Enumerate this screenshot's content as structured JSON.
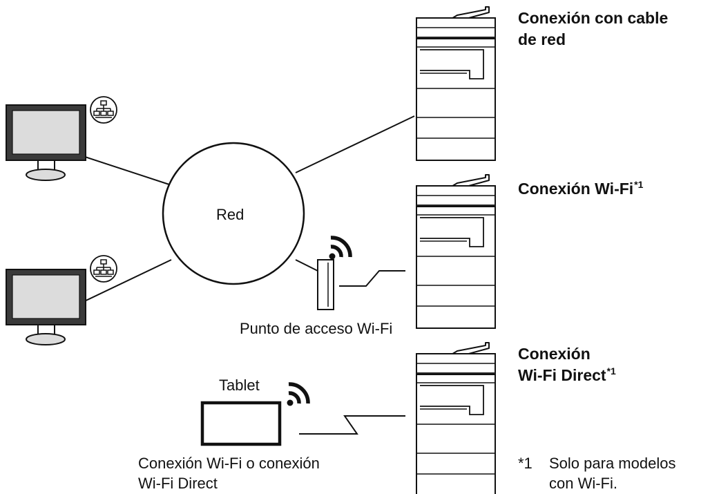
{
  "network": {
    "label": "Red"
  },
  "access_point": {
    "label": "Punto de acceso Wi-Fi"
  },
  "tablet": {
    "title": "Tablet",
    "caption_line1": "Conexión Wi-Fi o conexión",
    "caption_line2": "Wi-Fi Direct"
  },
  "printers": [
    {
      "line1": "Conexión con cable",
      "line2": "de red",
      "footnote_ref": ""
    },
    {
      "line1": "Conexión Wi-Fi",
      "line2": "",
      "footnote_ref": "*1"
    },
    {
      "line1": "Conexión",
      "line2": "Wi-Fi Direct",
      "footnote_ref": "*1"
    }
  ],
  "footnote": {
    "mark": "*1",
    "line1": "Solo para modelos",
    "line2": "con Wi-Fi."
  },
  "icons": [
    "monitor-icon",
    "network-icon",
    "wifi-icon",
    "printer-icon",
    "access-point-icon",
    "tablet-icon"
  ]
}
